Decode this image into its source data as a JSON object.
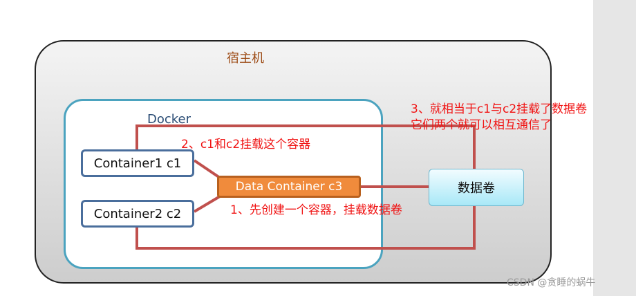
{
  "diagram": {
    "host_label": "宿主机",
    "docker_label": "Docker",
    "container1": "Container1 c1",
    "container2": "Container2 c2",
    "data_container": "Data Container c3",
    "volume": "数据卷",
    "annotations": {
      "mount_c1_c2": "2、c1和c2挂载这个容器",
      "create_container": "1、先创建一个容器，挂载数据卷",
      "shared_line1": "3、就相当于c1与c2挂载了数据卷",
      "shared_line2": "它们两个就可以相互通信了"
    }
  },
  "watermark": "CSDN @贪睡的蜗牛",
  "colors": {
    "host_label": "#9c4a14",
    "docker_border": "#4ba3bf",
    "container_border": "#4a6e9c",
    "data_container_fill": "#f08b3c",
    "connector": "#c0504d",
    "annotation": "#f01414"
  }
}
